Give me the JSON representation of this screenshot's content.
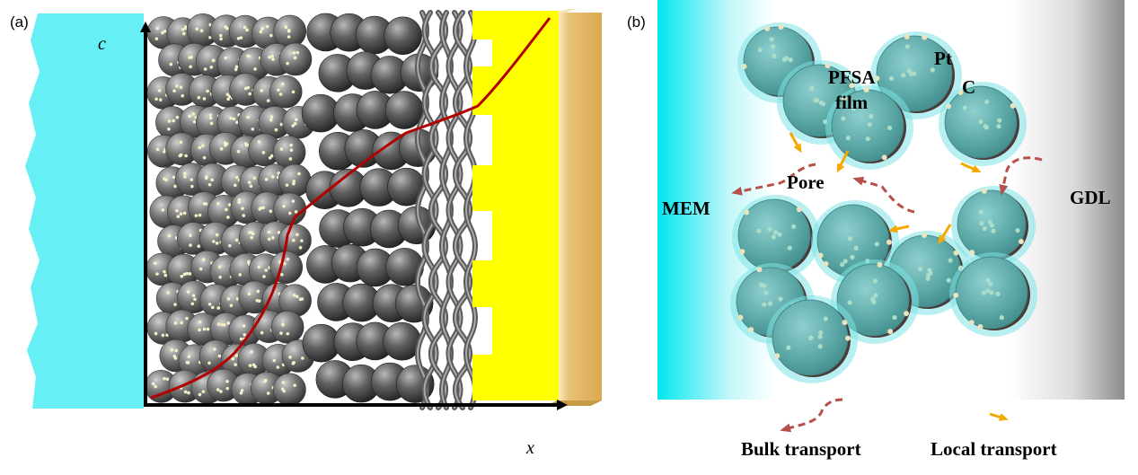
{
  "panels": {
    "a": {
      "label": "(a)",
      "y_axis": "c",
      "x_axis": "x"
    },
    "b": {
      "label": "(b)",
      "labels": {
        "pfsa_line1": "PFSA",
        "pfsa_line2": "film",
        "pt": "Pt",
        "c": "C",
        "pore": "Pore",
        "mem": "MEM",
        "gdl": "GDL"
      },
      "legend": {
        "bulk": "Bulk transport",
        "local": "Local transport"
      }
    }
  },
  "colors": {
    "membrane": "#66f0f5",
    "carbon_particle": "#6e6e6e",
    "fiber": "#707070",
    "current_collector": "#ffff00",
    "end_plate": "#e0b866",
    "concentration_curve": "#b30000",
    "agglomerate": "#5aa7a5",
    "ionomer": "#7ee3e6",
    "gdl": "#b0b0b0",
    "bulk_arrow": "#b5504b",
    "local_arrow": "#f5a800"
  }
}
